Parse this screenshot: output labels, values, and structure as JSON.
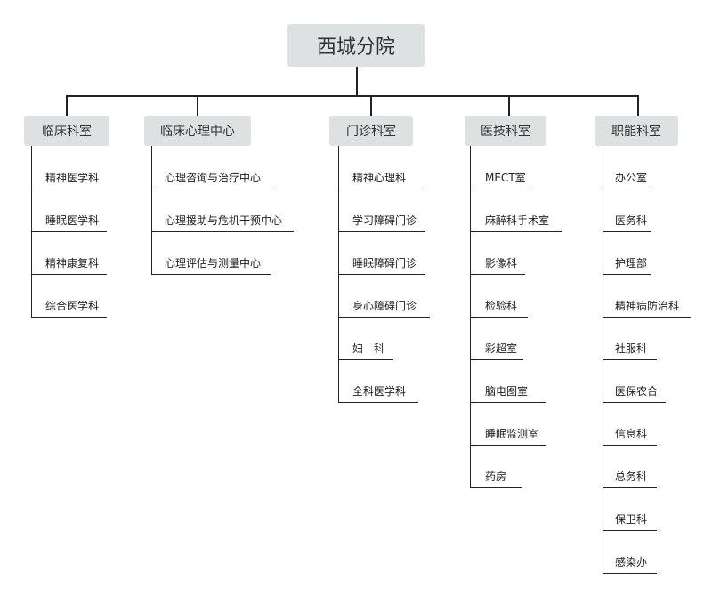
{
  "root": "西城分院",
  "departments": [
    {
      "name": "临床科室",
      "items": [
        "精神医学科",
        "睡眠医学科",
        "精神康复科",
        "综合医学科"
      ]
    },
    {
      "name": "临床心理中心",
      "items": [
        "心理咨询与治疗中心",
        "心理援助与危机干预中心",
        "心理评估与测量中心"
      ]
    },
    {
      "name": "门诊科室",
      "items": [
        "精神心理科",
        "学习障碍门诊",
        "睡眠障碍门诊",
        "身心障碍门诊",
        "妇　科",
        "全科医学科"
      ]
    },
    {
      "name": "医技科室",
      "items": [
        "MECT室",
        "麻醉科手术室",
        "影像科",
        "检验科",
        "彩超室",
        "脑电图室",
        "睡眠监测室",
        "药房"
      ]
    },
    {
      "name": "职能科室",
      "items": [
        "办公室",
        "医务科",
        "护理部",
        "精神病防治科",
        "社服科",
        "医保农合",
        "信息科",
        "总务科",
        "保卫科",
        "感染办"
      ]
    }
  ]
}
